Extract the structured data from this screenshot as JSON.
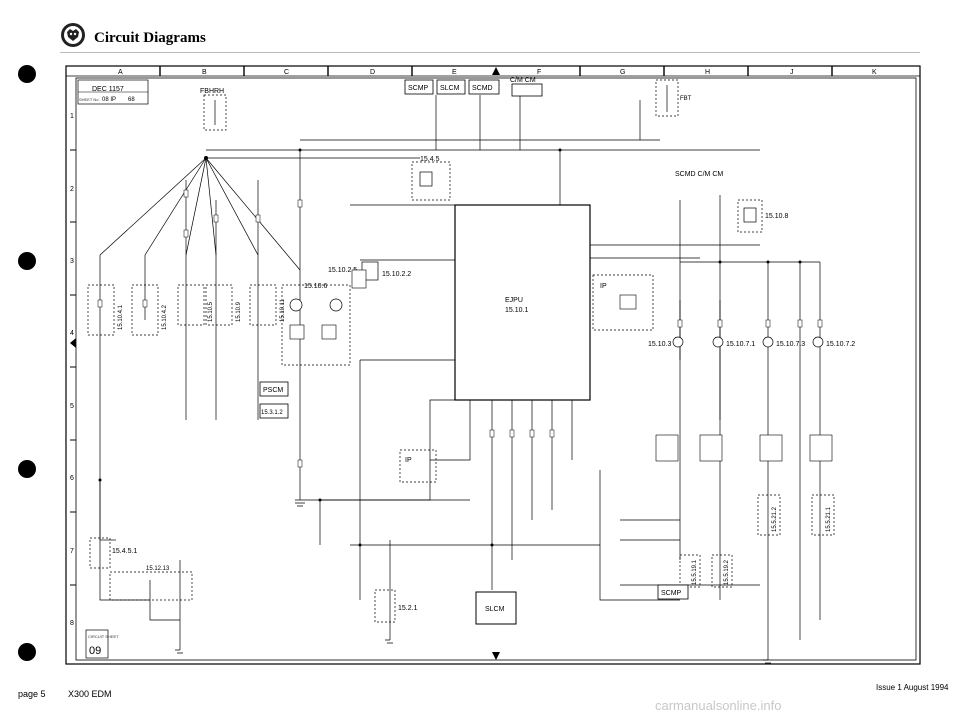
{
  "header": {
    "title": "Circuit Diagrams",
    "logo_icon": "jaguar-emblem-icon"
  },
  "footer": {
    "page": "page 5",
    "model": "X300 EDM",
    "issue": "Issue 1 August 1994",
    "watermark": "carmanualsonline.info"
  },
  "title_block": {
    "date": "DEC 1157",
    "sheet_label": "SHEET No.",
    "sheet": "08 IP",
    "rev": "68",
    "page_box": "09",
    "circuit_box": "CIRCUIT SHEET"
  },
  "grid": {
    "columns": [
      "A",
      "B",
      "C",
      "D",
      "E",
      "F",
      "G",
      "H",
      "J",
      "K"
    ],
    "rows": [
      "1",
      "2",
      "3",
      "4",
      "5",
      "6",
      "7",
      "8"
    ]
  },
  "modules": {
    "scmp": "SCMP",
    "slcm": "SLCM",
    "scmd": "SCMD",
    "cm_cm_top": "C/M CM",
    "scmd_cm_cm": "SCMD C/M CM",
    "ecu_name": "EJPU",
    "ecu_ref": "15.10.1",
    "pscm": "PSCM",
    "slcm_bottom": "SLCM",
    "scmp_bottom": "SCMP",
    "ip_top": "IP",
    "ip_mid": "IP",
    "fbt_top": "FBHRH",
    "fbt_right": "FBT"
  },
  "references": {
    "r1": "15.10.8",
    "r2": "15.10.2.2",
    "r3": "15.10.2.5",
    "r4": "15.10.6",
    "r5": "15.3.1.2",
    "r6": "15.4.5.1",
    "r7": "15.12.13",
    "r8": "15.2.1",
    "r9": "15.10.3",
    "r10": "15.10.7.1",
    "r11": "15.10.7.3",
    "r12": "15.10.7.2",
    "r13": "15.4.5",
    "r14": "15.10.4.1",
    "r15": "15.10.4.2",
    "r16": "15.10.5",
    "r17": "15.10.9",
    "r18": "15.10.11",
    "r19": "15.5.21.1",
    "r20": "15.5.21.2",
    "r21": "15.5.19.1",
    "r22": "15.5.19.2"
  },
  "colors": {
    "line": "#000000",
    "rule": "#bbbbbb",
    "watermark": "#c8c8c8"
  }
}
